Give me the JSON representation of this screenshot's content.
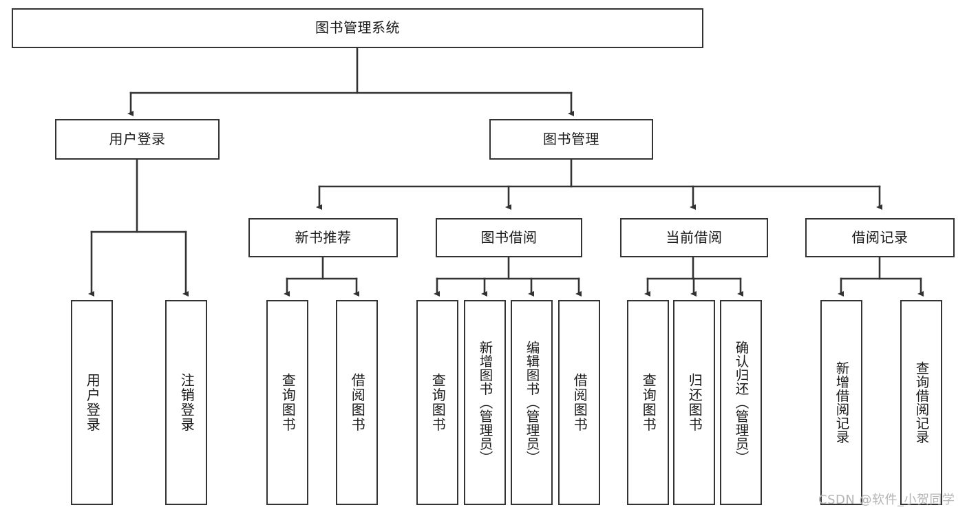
{
  "diagram": {
    "title": "图书管理系统",
    "type": "tree-hierarchy-flowchart",
    "colors": {
      "box_border": "#333333",
      "box_fill": "#ffffff",
      "edge": "#333333",
      "text": "#1a1a1a",
      "watermark": "#b4b4b4",
      "background": "#ffffff"
    },
    "nodes": {
      "root": {
        "label": "图书管理系统"
      },
      "level2": [
        {
          "id": "user-login",
          "label": "用户登录"
        },
        {
          "id": "book-management",
          "label": "图书管理"
        }
      ],
      "level3": [
        {
          "id": "new-book-recommend",
          "label": "新书推荐"
        },
        {
          "id": "book-borrow",
          "label": "图书借阅"
        },
        {
          "id": "current-borrow",
          "label": "当前借阅"
        },
        {
          "id": "borrow-record",
          "label": "借阅记录"
        }
      ],
      "leaves": {
        "user_login": [
          {
            "id": "leaf-user-login",
            "label": "用户登录"
          },
          {
            "id": "leaf-logout",
            "label": "注销登录"
          }
        ],
        "new_book_recommend": [
          {
            "id": "leaf-query-book-1",
            "label": "查询图书"
          },
          {
            "id": "leaf-borrow-book-1",
            "label": "借阅图书"
          }
        ],
        "book_borrow": [
          {
            "id": "leaf-query-book-2",
            "label": "查询图书"
          },
          {
            "id": "leaf-add-book",
            "label": "新增图书（管理员）"
          },
          {
            "id": "leaf-edit-book",
            "label": "编辑图书（管理员）"
          },
          {
            "id": "leaf-borrow-book-2",
            "label": "借阅图书"
          }
        ],
        "current_borrow": [
          {
            "id": "leaf-query-book-3",
            "label": "查询图书"
          },
          {
            "id": "leaf-return-book",
            "label": "归还图书"
          },
          {
            "id": "leaf-confirm-return",
            "label": "确认归还（管理员）"
          }
        ],
        "borrow_record": [
          {
            "id": "leaf-add-record",
            "label": "新增借阅记录"
          },
          {
            "id": "leaf-query-record",
            "label": "查询借阅记录"
          }
        ]
      }
    }
  },
  "watermark": {
    "text": "CSDN @软件_小贺同学"
  }
}
